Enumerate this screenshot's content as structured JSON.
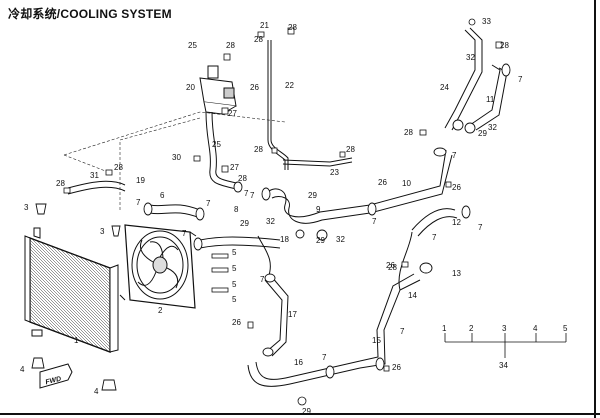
{
  "title": "冷却系统/COOLING SYSTEM",
  "parts_labels": [
    {
      "id": "p1",
      "text": "1"
    },
    {
      "id": "p2",
      "text": "2"
    },
    {
      "id": "p3a",
      "text": "3"
    },
    {
      "id": "p3b",
      "text": "3"
    },
    {
      "id": "p4a",
      "text": "4"
    },
    {
      "id": "p4b",
      "text": "4"
    },
    {
      "id": "p5a",
      "text": "5"
    },
    {
      "id": "p5b",
      "text": "5"
    },
    {
      "id": "p5c",
      "text": "5"
    },
    {
      "id": "p5d",
      "text": "5"
    },
    {
      "id": "p6",
      "text": "6"
    },
    {
      "id": "p7a",
      "text": "7"
    },
    {
      "id": "p7b",
      "text": "7"
    },
    {
      "id": "p7c",
      "text": "7"
    },
    {
      "id": "p7d",
      "text": "7"
    },
    {
      "id": "p7e",
      "text": "7"
    },
    {
      "id": "p7f",
      "text": "7"
    },
    {
      "id": "p7g",
      "text": "7"
    },
    {
      "id": "p7h",
      "text": "7"
    },
    {
      "id": "p7i",
      "text": "7"
    },
    {
      "id": "p7j",
      "text": "7"
    },
    {
      "id": "p7k",
      "text": "7"
    },
    {
      "id": "p7l",
      "text": "7"
    },
    {
      "id": "p7m",
      "text": "7"
    },
    {
      "id": "p8",
      "text": "8"
    },
    {
      "id": "p9",
      "text": "9"
    },
    {
      "id": "p10",
      "text": "10"
    },
    {
      "id": "p11",
      "text": "11"
    },
    {
      "id": "p12",
      "text": "12"
    },
    {
      "id": "p13",
      "text": "13"
    },
    {
      "id": "p14",
      "text": "14"
    },
    {
      "id": "p15",
      "text": "15"
    },
    {
      "id": "p16",
      "text": "16"
    },
    {
      "id": "p17",
      "text": "17"
    },
    {
      "id": "p18",
      "text": "18"
    },
    {
      "id": "p19",
      "text": "19"
    },
    {
      "id": "p20",
      "text": "20"
    },
    {
      "id": "p21",
      "text": "21"
    },
    {
      "id": "p22",
      "text": "22"
    },
    {
      "id": "p23",
      "text": "23"
    },
    {
      "id": "p24",
      "text": "24"
    },
    {
      "id": "p25a",
      "text": "25"
    },
    {
      "id": "p25b",
      "text": "25"
    },
    {
      "id": "p26a",
      "text": "26"
    },
    {
      "id": "p26b",
      "text": "26"
    },
    {
      "id": "p26c",
      "text": "26"
    },
    {
      "id": "p26d",
      "text": "26"
    },
    {
      "id": "p26e",
      "text": "26"
    },
    {
      "id": "p26f",
      "text": "26"
    },
    {
      "id": "p27a",
      "text": "27"
    },
    {
      "id": "p27b",
      "text": "27"
    },
    {
      "id": "p28a",
      "text": "28"
    },
    {
      "id": "p28b",
      "text": "28"
    },
    {
      "id": "p28c",
      "text": "28"
    },
    {
      "id": "p28d",
      "text": "28"
    },
    {
      "id": "p28e",
      "text": "28"
    },
    {
      "id": "p28f",
      "text": "28"
    },
    {
      "id": "p28g",
      "text": "28"
    },
    {
      "id": "p28h",
      "text": "28"
    },
    {
      "id": "p28i",
      "text": "28"
    },
    {
      "id": "p28j",
      "text": "28"
    },
    {
      "id": "p28k",
      "text": "28"
    },
    {
      "id": "p29a",
      "text": "29"
    },
    {
      "id": "p29b",
      "text": "29"
    },
    {
      "id": "p29c",
      "text": "29"
    },
    {
      "id": "p29d",
      "text": "29"
    },
    {
      "id": "p29e",
      "text": "29"
    },
    {
      "id": "p30",
      "text": "30"
    },
    {
      "id": "p31",
      "text": "31"
    },
    {
      "id": "p32a",
      "text": "32"
    },
    {
      "id": "p32b",
      "text": "32"
    },
    {
      "id": "p32c",
      "text": "32"
    },
    {
      "id": "p32d",
      "text": "32"
    },
    {
      "id": "p33",
      "text": "33"
    }
  ],
  "assembly_tree": {
    "children": [
      "1",
      "2",
      "3",
      "4",
      "5"
    ],
    "parent": "34"
  },
  "fwd_arrow": "FWD",
  "colors": {
    "ink": "#111111",
    "paper": "#ffffff",
    "grey": "#9a9a9a"
  }
}
